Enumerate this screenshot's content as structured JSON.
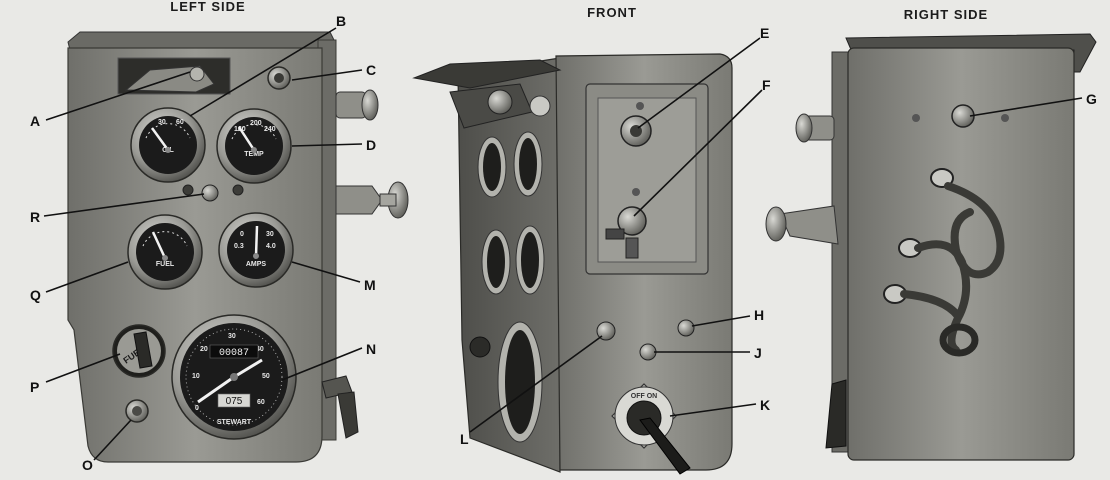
{
  "views": {
    "left": {
      "title": "LEFT SIDE"
    },
    "front": {
      "title": "FRONT"
    },
    "right": {
      "title": "RIGHT SIDE"
    }
  },
  "callouts": [
    "A",
    "B",
    "C",
    "D",
    "E",
    "F",
    "G",
    "H",
    "J",
    "K",
    "L",
    "M",
    "N",
    "O",
    "P",
    "Q",
    "R"
  ],
  "gauges": {
    "oil": {
      "label": "OIL",
      "ticks": [
        "30",
        "60"
      ]
    },
    "temp": {
      "label": "TEMP",
      "ticks": [
        "160",
        "200",
        "240"
      ]
    },
    "fuel": {
      "label": "FUEL"
    },
    "ammeter": {
      "label": "AMPS",
      "ticks": [
        "0",
        "30",
        "0.3",
        "4.0"
      ]
    },
    "speedometer": {
      "ticks": [
        "0",
        "10",
        "20",
        "30",
        "40",
        "50",
        "60"
      ],
      "odometer": "00087",
      "trip": "075",
      "maker": "STEWART"
    }
  },
  "fuel_switch": {
    "label": "FUEL"
  },
  "ignition_switch": {
    "label": "OFF ON"
  },
  "colors": {
    "panel": "#8c8c86",
    "panel_dark": "#5a5a55",
    "gauge_face": "#1b1b1b",
    "paper": "#e9e9e6"
  }
}
